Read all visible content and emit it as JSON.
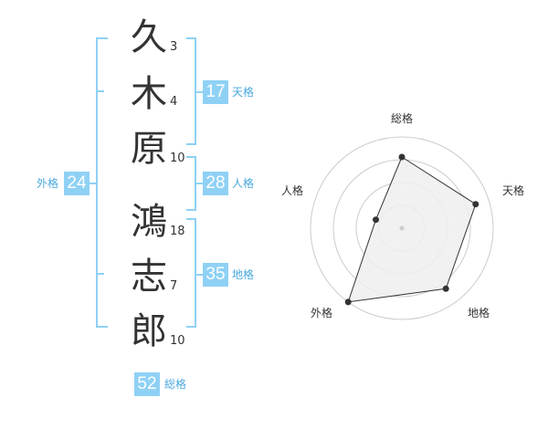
{
  "name": {
    "chars": [
      {
        "char": "久",
        "strokes": "3"
      },
      {
        "char": "木",
        "strokes": "4"
      },
      {
        "char": "原",
        "strokes": "10"
      },
      {
        "char": "鴻",
        "strokes": "18"
      },
      {
        "char": "志",
        "strokes": "7"
      },
      {
        "char": "郎",
        "strokes": "10"
      }
    ]
  },
  "kakusu": {
    "tenkaku": {
      "value": "17",
      "label": "天格"
    },
    "jinkaku": {
      "value": "28",
      "label": "人格"
    },
    "chikaku": {
      "value": "35",
      "label": "地格"
    },
    "gaikaku": {
      "value": "24",
      "label": "外格"
    },
    "soukaku": {
      "value": "52",
      "label": "総格"
    }
  },
  "colors": {
    "accent_box": "#8fd1f5",
    "accent_label": "#4aa8dd",
    "bracket": "#8fd1f5",
    "radar_fill": "#eeeeee",
    "radar_stroke": "#333333"
  },
  "chart_data": {
    "type": "radar",
    "axes": [
      "総格",
      "天格",
      "地格",
      "外格",
      "人格"
    ],
    "values": [
      0.78,
      0.85,
      0.82,
      1.0,
      0.3
    ],
    "rings": 4
  }
}
